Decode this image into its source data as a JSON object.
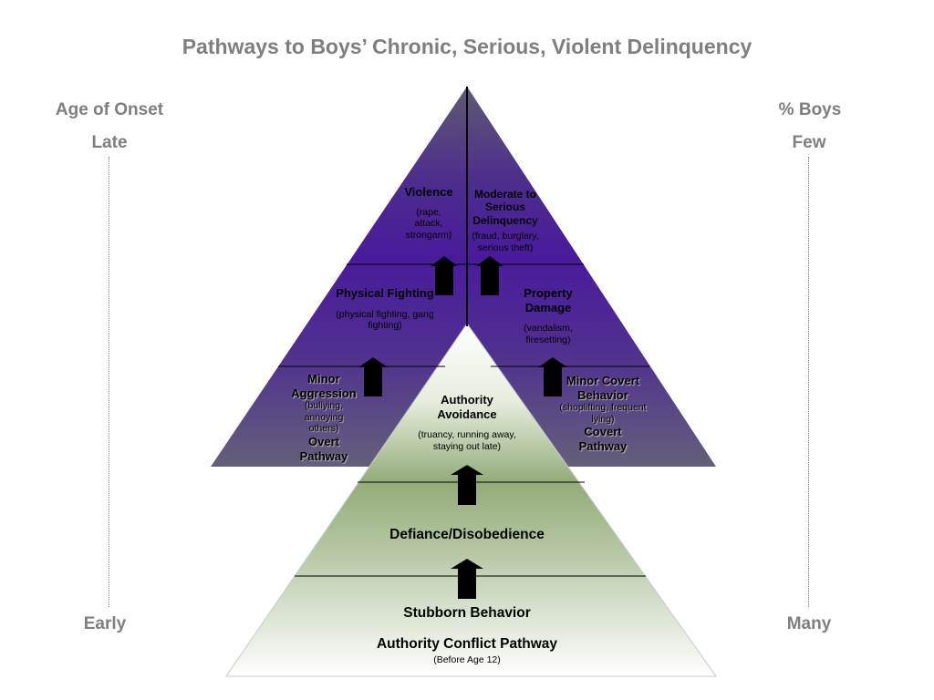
{
  "title": "Pathways to Boys’ Chronic, Serious, Violent Delinquency",
  "left_axis": {
    "heading": "Age of Onset",
    "top_label": "Late",
    "bottom_label": "Early"
  },
  "right_axis": {
    "heading": "% Boys",
    "top_label": "Few",
    "bottom_label": "Many"
  },
  "overt": {
    "violence": {
      "title": "Violence",
      "detail": "(rape, attack, strongarm)"
    },
    "physical_fighting": {
      "title": "Physical Fighting",
      "detail": "(physical fighting, gang fighting)"
    },
    "minor_aggression": {
      "title": "Minor Aggression",
      "detail": "(bullying, annoying others)"
    },
    "pathway_name": "Overt Pathway"
  },
  "covert": {
    "serious": {
      "title": "Moderate to Serious Delinquency",
      "detail": "(fraud, burglary, serious theft)"
    },
    "property_damage": {
      "title": "Property Damage",
      "detail": "(vandalism, firesetting)"
    },
    "minor_covert": {
      "title": "Minor Covert Behavior",
      "detail": "(shoplifting, frequent lying)"
    },
    "pathway_name": "Covert Pathway"
  },
  "authority": {
    "avoidance": {
      "title": "Authority Avoidance",
      "detail": "(truancy, running away, staying out late)"
    },
    "defiance": "Defiance/Disobedience",
    "stubborn": "Stubborn Behavior",
    "pathway_name": "Authority Conflict Pathway",
    "note": "(Before Age 12)"
  },
  "colors": {
    "title_gray": "#7f7f7f",
    "purple": "#4b1a9a",
    "slate": "#5e5a72",
    "green": "#8faa76"
  }
}
